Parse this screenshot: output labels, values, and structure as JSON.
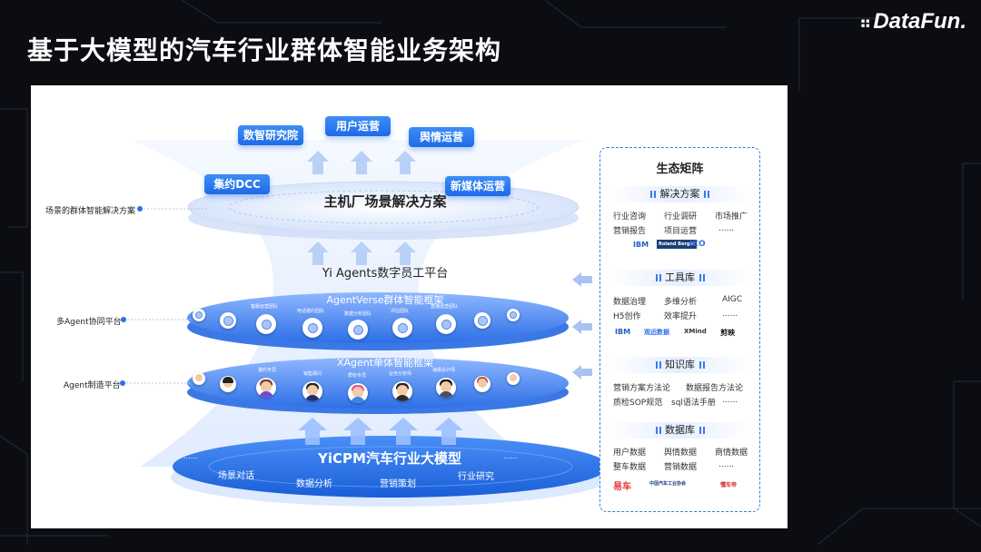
{
  "header": {
    "title": "基于大模型的汽车行业群体智能业务架构",
    "brand": "DataFun."
  },
  "diagram": {
    "top_boxes": [
      "数智研究院",
      "用户运营",
      "舆情运营",
      "集约DCC",
      "新媒体运营"
    ],
    "top_layer_title": "主机厂场景解决方案",
    "platform_title": "Yi Agents数字员工平台",
    "agentverse_title": "AgentVerse群体智能框架",
    "agentverse_team_labels": [
      "客服运营团队",
      "电话邀约团队",
      "数据分析团队",
      "评估团队",
      "直播运营团队"
    ],
    "xagent_title": "XAgent单体智能框架",
    "xagent_labels": [
      "邀约专员",
      "销售顾问",
      "质检专员",
      "业务分析师",
      "海报设计师"
    ],
    "base_title": "YiCPM汽车行业大模型",
    "base_items": [
      "......",
      "场景对话",
      "数据分析",
      "营销策划",
      "行业研究",
      "......"
    ],
    "side_labels": [
      "场景的群体智能解决方案",
      "多Agent协同平台",
      "Agent制造平台"
    ]
  },
  "ecosystem": {
    "title": "生态矩阵",
    "sections": [
      {
        "name": "解决方案",
        "items": [
          "行业咨询",
          "行业调研",
          "市场推广",
          "营销报告",
          "项目运营",
          "......"
        ],
        "logos": [
          "IBM",
          "Roland Berger",
          "ICO"
        ]
      },
      {
        "name": "工具库",
        "items": [
          "数据治理",
          "多维分析",
          "AIGC",
          "H5创作",
          "效率提升",
          "......"
        ],
        "logos": [
          "IBM",
          "观远数据",
          "XMind",
          "剪映"
        ]
      },
      {
        "name": "知识库",
        "items": [
          "营销方案方法论",
          "数据报告方法论",
          "质检SOP规范",
          "sql语法手册",
          "......"
        ],
        "logos": []
      },
      {
        "name": "数据库",
        "items": [
          "用户数据",
          "舆情数据",
          "商情数据",
          "整车数据",
          "营销数据",
          "......"
        ],
        "logos": [
          "易车",
          "中国汽车工业协会",
          "懂车帝"
        ]
      }
    ]
  },
  "colors": {
    "primary_blue": "#2f6fe8",
    "background": "#0b0d12",
    "panel": "#ffffff"
  }
}
